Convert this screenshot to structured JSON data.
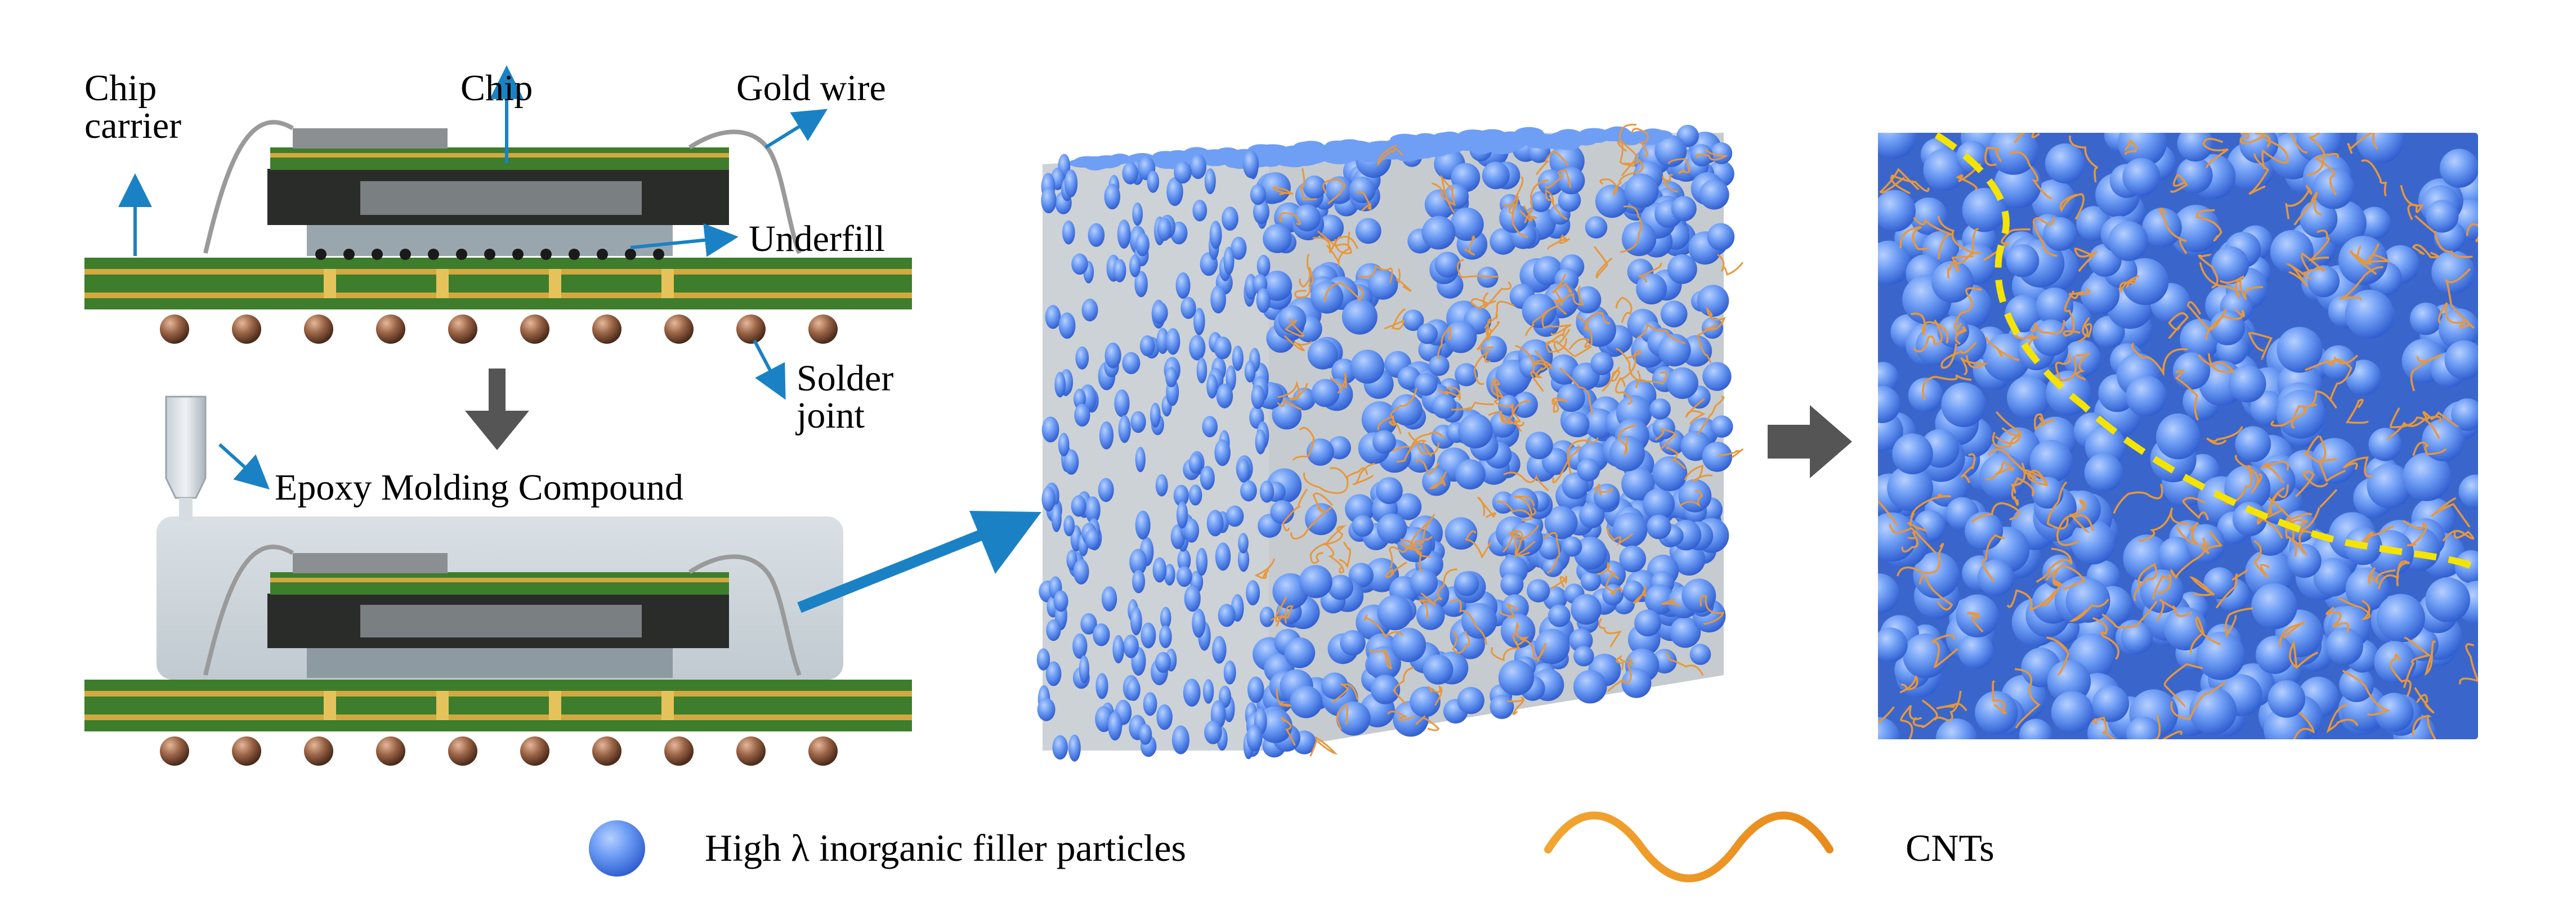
{
  "labels": {
    "chip_carrier_line1": "Chip",
    "chip_carrier_line2": "carrier",
    "chip": "Chip",
    "gold_wire": "Gold wire",
    "underfill": "Underfill",
    "solder_joint_line1": "Solder",
    "solder_joint_line2": "joint",
    "emc": "Epoxy Molding Compound"
  },
  "legend": {
    "filler": "High λ inorganic filler particles",
    "cnts": "CNTs"
  },
  "colors": {
    "filler_blue": "#5b8ff0",
    "cnt_orange": "#e8973a",
    "arrow_blue": "#1a82c4",
    "arrow_gray": "#555555",
    "pcb_green": "#3a7a2a",
    "gold": "#d4a840",
    "solder_copper": "#8a5a3a",
    "path_yellow": "#f5e400"
  },
  "icons": {
    "filler_sphere": "blue-sphere-icon",
    "cnt_wave": "orange-wave-icon"
  }
}
